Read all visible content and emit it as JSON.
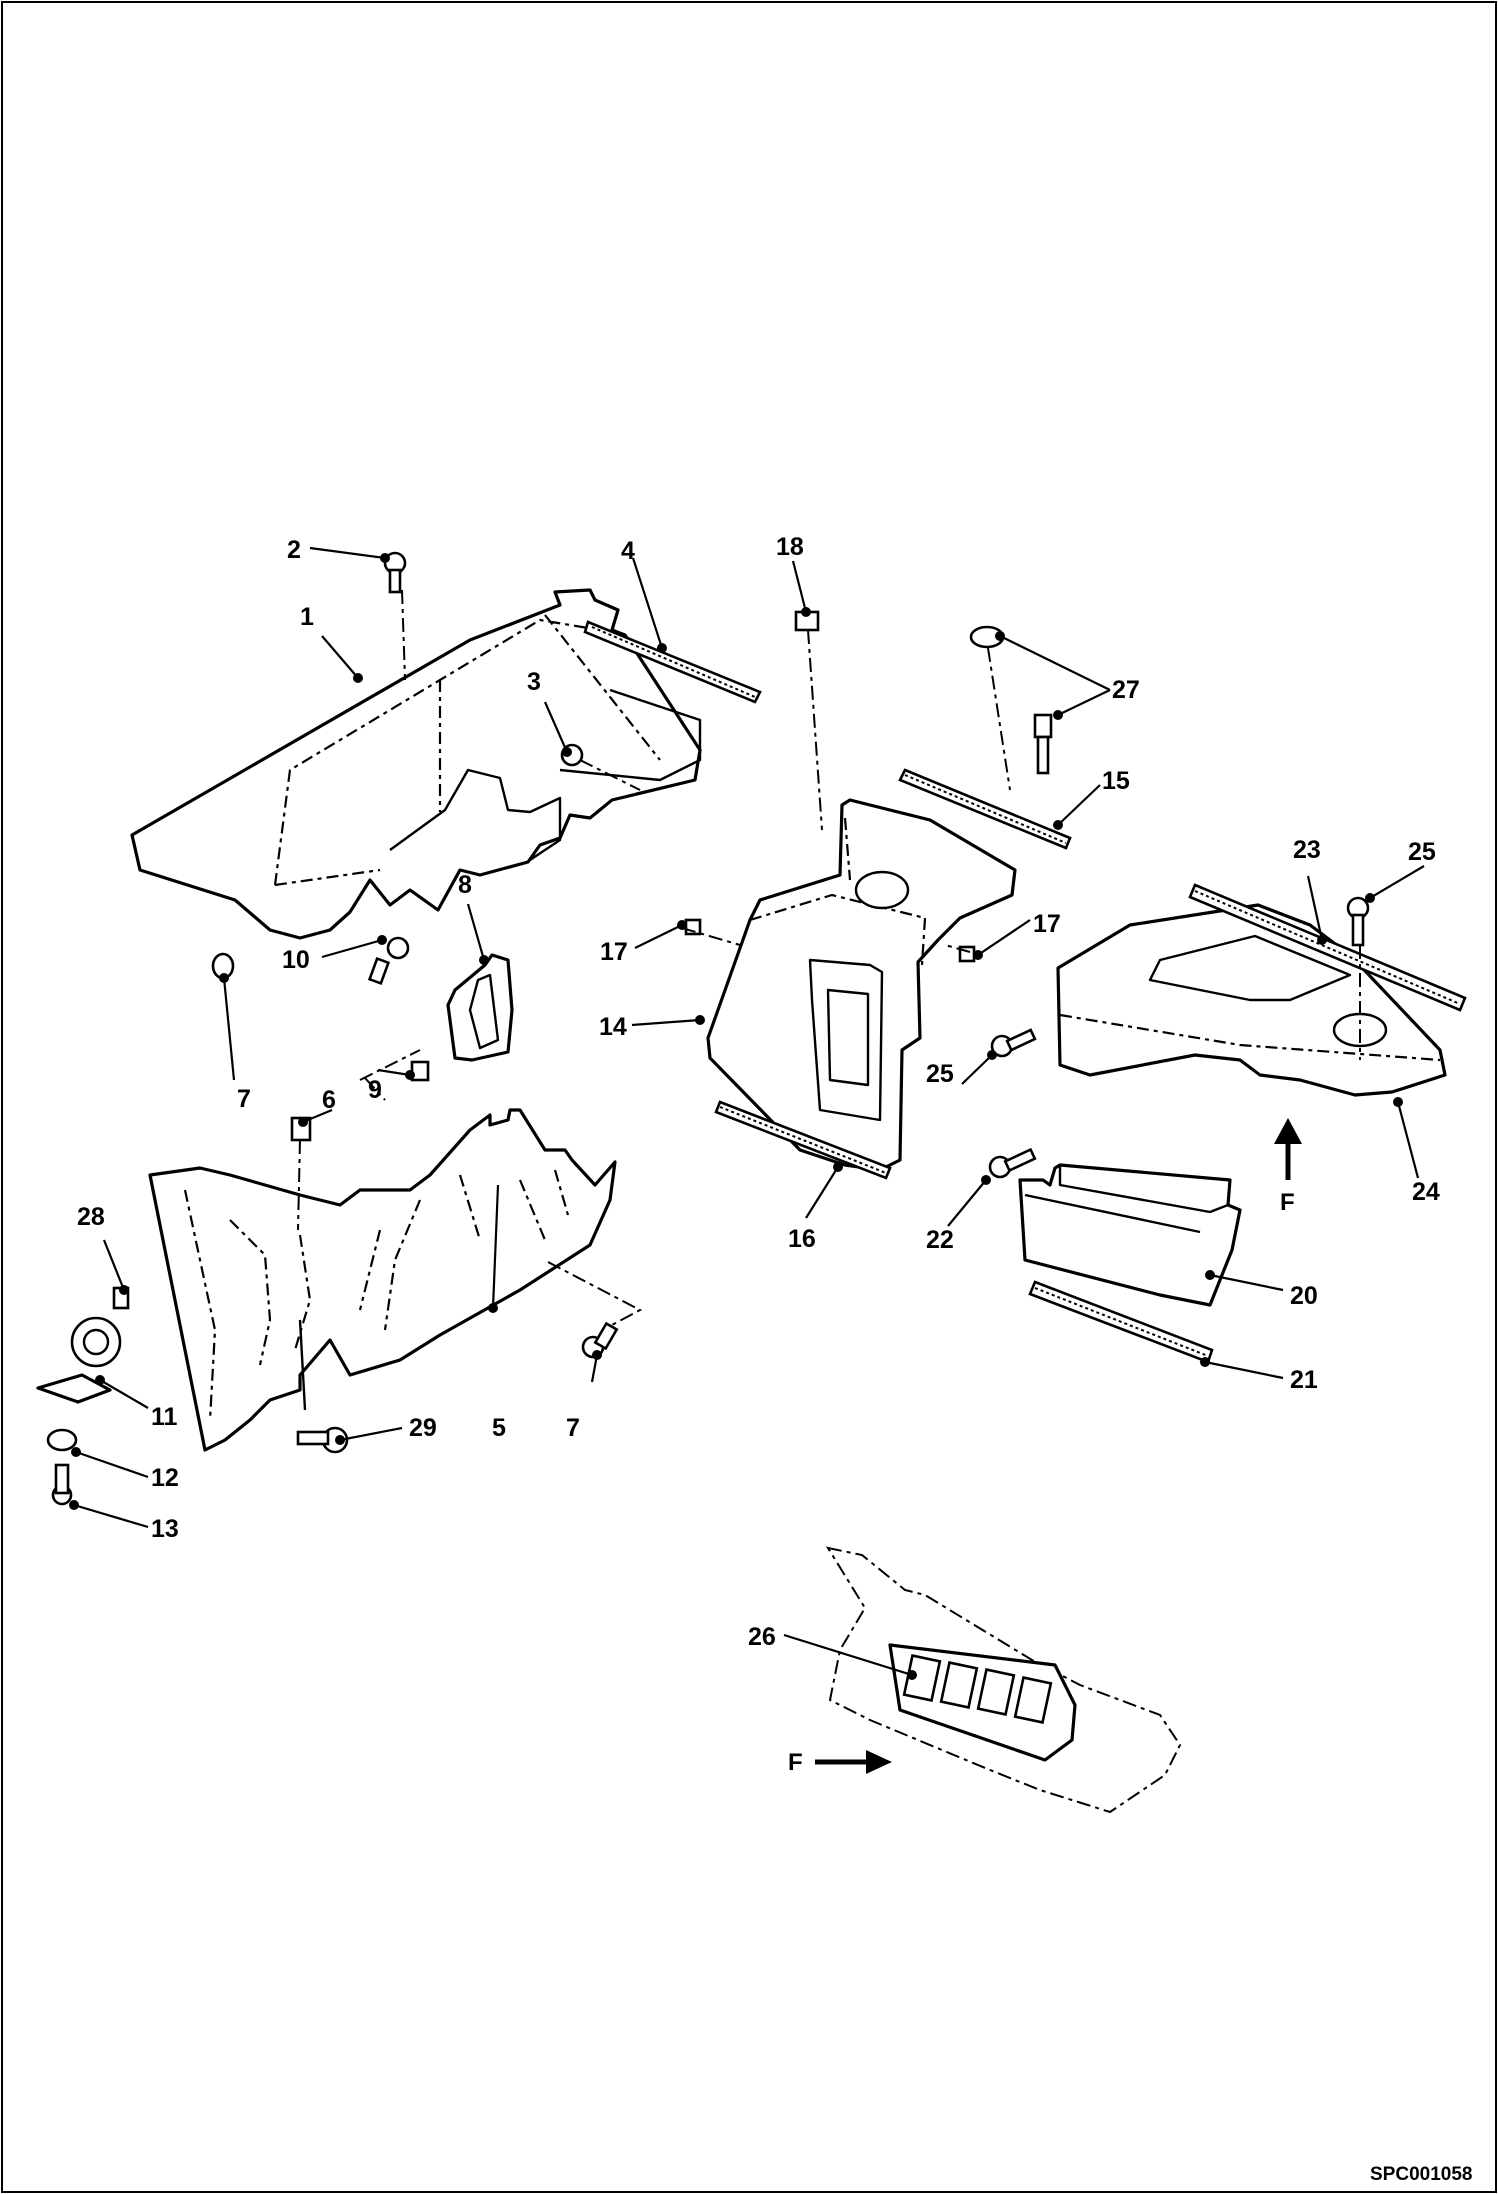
{
  "drawing_code": "SPC001058",
  "direction_markers": [
    {
      "id": "f-upper",
      "label": "F"
    },
    {
      "id": "f-lower",
      "label": "F"
    }
  ],
  "callouts": [
    {
      "id": "c1",
      "number": "1"
    },
    {
      "id": "c2",
      "number": "2"
    },
    {
      "id": "c3",
      "number": "3"
    },
    {
      "id": "c4",
      "number": "4"
    },
    {
      "id": "c5",
      "number": "5"
    },
    {
      "id": "c6",
      "number": "6"
    },
    {
      "id": "c7a",
      "number": "7"
    },
    {
      "id": "c7b",
      "number": "7"
    },
    {
      "id": "c8",
      "number": "8"
    },
    {
      "id": "c9",
      "number": "9"
    },
    {
      "id": "c10",
      "number": "10"
    },
    {
      "id": "c11",
      "number": "11"
    },
    {
      "id": "c12",
      "number": "12"
    },
    {
      "id": "c13",
      "number": "13"
    },
    {
      "id": "c14",
      "number": "14"
    },
    {
      "id": "c15",
      "number": "15"
    },
    {
      "id": "c16",
      "number": "16"
    },
    {
      "id": "c17a",
      "number": "17"
    },
    {
      "id": "c17b",
      "number": "17"
    },
    {
      "id": "c18",
      "number": "18"
    },
    {
      "id": "c20",
      "number": "20"
    },
    {
      "id": "c21",
      "number": "21"
    },
    {
      "id": "c22",
      "number": "22"
    },
    {
      "id": "c23",
      "number": "23"
    },
    {
      "id": "c24",
      "number": "24"
    },
    {
      "id": "c25a",
      "number": "25"
    },
    {
      "id": "c25b",
      "number": "25"
    },
    {
      "id": "c26",
      "number": "26"
    },
    {
      "id": "c27",
      "number": "27"
    },
    {
      "id": "c28",
      "number": "28"
    },
    {
      "id": "c29",
      "number": "29"
    }
  ]
}
